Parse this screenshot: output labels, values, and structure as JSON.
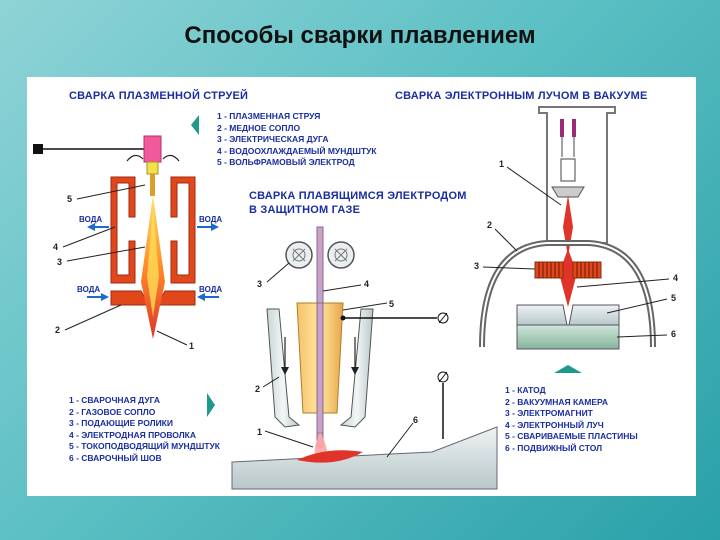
{
  "title": "Способы сварки плавлением",
  "plasma": {
    "heading": "СВАРКА ПЛАЗМЕННОЙ СТРУЕЙ",
    "legend": [
      "1 - ПЛАЗМЕННАЯ СТРУЯ",
      "2 - МЕДНОЕ СОПЛО",
      "3 - ЭЛЕКТРИЧЕСКАЯ ДУГА",
      "4 - ВОДООХЛАЖДАЕМЫЙ МУНДШТУК",
      "5 - ВОЛЬФРАМОВЫЙ ЭЛЕКТРОД"
    ],
    "water_label": "ВОДА",
    "numbers": [
      "5",
      "4",
      "3",
      "2",
      "1"
    ]
  },
  "electrode": {
    "heading_line1": "СВАРКА ПЛАВЯЩИМСЯ ЭЛЕКТРОДОМ",
    "heading_line2": "В ЗАЩИТНОМ ГАЗЕ",
    "legend": [
      "1 - СВАРОЧНАЯ ДУГА",
      "2 - ГАЗОВОЕ СОПЛО",
      "3 - ПОДАЮЩИЕ РОЛИКИ",
      "4 - ЭЛЕКТРОДНАЯ ПРОВОЛКА",
      "5 - ТОКОПОДВОДЯЩИЙ МУНДШТУК",
      "6 - СВАРОЧНЫЙ ШОВ"
    ],
    "numbers": [
      "3",
      "4",
      "5",
      "2",
      "1",
      "6"
    ]
  },
  "ebeam": {
    "heading": "СВАРКА ЭЛЕКТРОННЫМ ЛУЧОМ В ВАКУУМЕ",
    "legend": [
      "1 - КАТОД",
      "2 - ВАКУУМНАЯ КАМЕРА",
      "3 - ЭЛЕКТРОМАГНИТ",
      "4 - ЭЛЕКТРОННЫЙ ЛУЧ",
      "5 - СВАРИВАЕМЫЕ ПЛАСТИНЫ",
      "6 - ПОДВИЖНЫЙ СТОЛ"
    ],
    "numbers": [
      "1",
      "2",
      "3",
      "4",
      "5",
      "6"
    ]
  },
  "colors": {
    "text_blue": "#1a2ea0",
    "nozzle_red": "#e0481c",
    "flame_orange": "#f5a623",
    "arrow_green": "#1e9a8c"
  }
}
